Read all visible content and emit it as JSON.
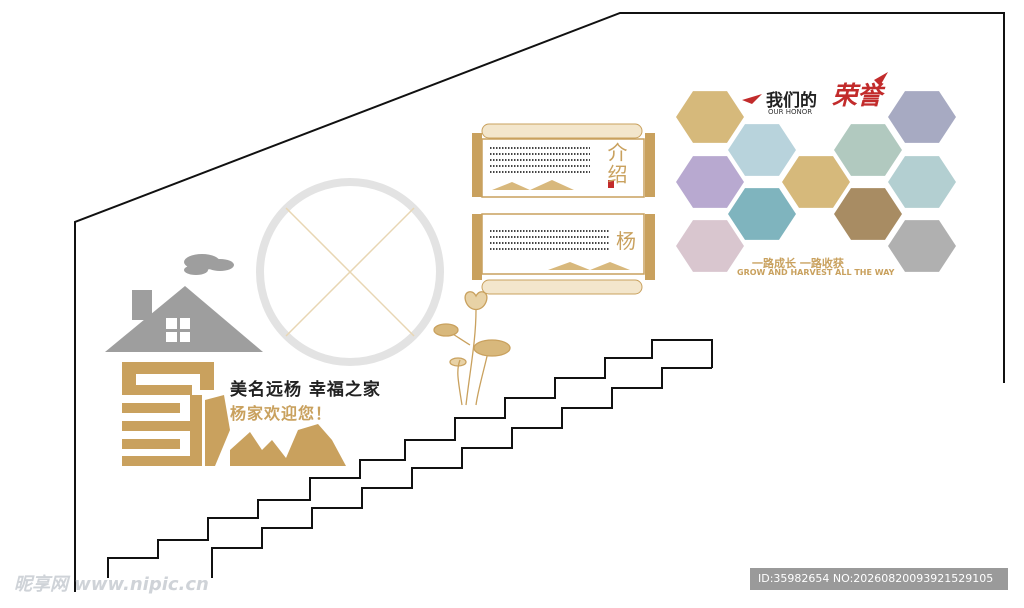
{
  "slogan": {
    "line1": "美名远杨  幸福之家",
    "line2": "杨家欢迎您！"
  },
  "honor": {
    "title_prefix": "我们的",
    "title_emph": "荣誉",
    "subtitle_en": "OUR HONOR",
    "tagline_cn": "一路成长  一路收获",
    "tagline_en": "GROW AND HARVEST ALL THE WAY"
  },
  "scroll": {
    "label_top": "介绍",
    "label_bottom": "杨"
  },
  "watermark": {
    "left": "昵享网 www.nipic.cn",
    "right": "ID:35982654 NO:20260820093921529105"
  },
  "colors": {
    "gold": "#c9a15e",
    "gray": "#9e9e9e",
    "red": "#c22b2b",
    "hex_palette": [
      "#d6b97b",
      "#a7aac2",
      "#b8d3dc",
      "#b1c9bf",
      "#b8a9d0",
      "#d6b97b",
      "#b3cfd1",
      "#7fb4be",
      "#a88c63",
      "#d9c6cf",
      "#b0b0b0",
      "#d6b97b"
    ]
  },
  "icons": [
    "house-icon",
    "cloud-icon",
    "lotus-icon",
    "paper-plane-icon"
  ]
}
